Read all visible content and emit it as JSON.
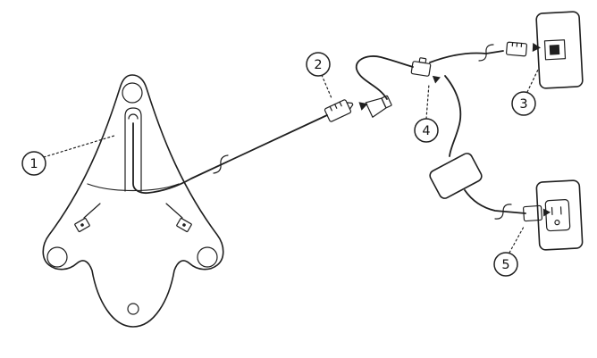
{
  "colors": {
    "background": "#ffffff",
    "line": "#1f1f1f",
    "label": "#111111"
  },
  "figure": {
    "callouts": [
      {
        "label": "1"
      },
      {
        "label": "2"
      },
      {
        "label": "3"
      },
      {
        "label": "4"
      },
      {
        "label": "5"
      }
    ]
  }
}
